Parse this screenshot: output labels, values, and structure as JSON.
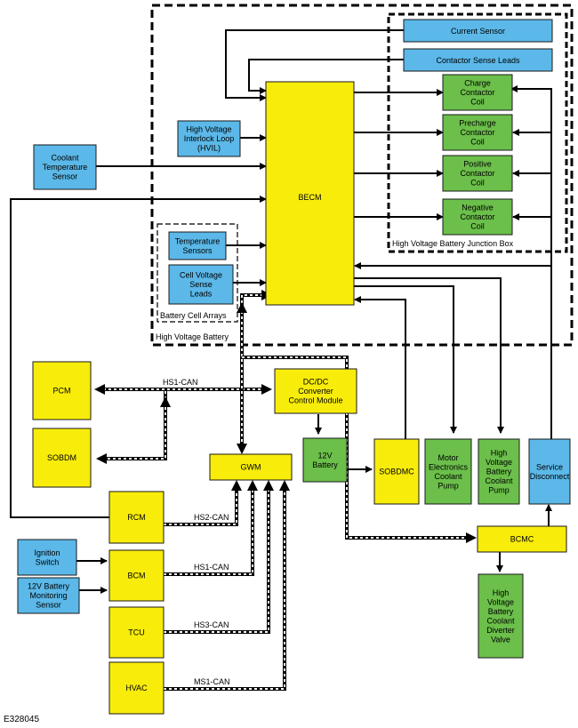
{
  "regions": {
    "battery": "High Voltage Battery",
    "junction_box": "High Voltage Battery Junction Box",
    "cell_arrays": "Battery Cell Arrays"
  },
  "modules": {
    "becm": [
      "BECM"
    ],
    "current_sensor": [
      "Current Sensor"
    ],
    "contactor_sense": [
      "Contactor Sense Leads"
    ],
    "charge_coil": [
      "Charge",
      "Contactor",
      "Coil"
    ],
    "precharge_coil": [
      "Precharge",
      "Contactor",
      "Coil"
    ],
    "positive_coil": [
      "Positive",
      "Contactor",
      "Coil"
    ],
    "negative_coil": [
      "Negative",
      "Contactor",
      "Coil"
    ],
    "hvil": [
      "High Voltage",
      "Interlock Loop",
      "(HVIL)"
    ],
    "coolant_temp": [
      "Coolant",
      "Temperature",
      "Sensor"
    ],
    "temp_sensors": [
      "Temperature",
      "Sensors"
    ],
    "cell_voltage": [
      "Cell Voltage",
      "Sense",
      "Leads"
    ],
    "pcm": [
      "PCM"
    ],
    "sobdm": [
      "SOBDM"
    ],
    "dcdc": [
      "DC/DC",
      "Converter",
      "Control Module"
    ],
    "battery12v": [
      "12V",
      "Battery"
    ],
    "sobdmc": [
      "SOBDMC"
    ],
    "motor_pump": [
      "Motor",
      "Electronics",
      "Coolant",
      "Pump"
    ],
    "hv_pump": [
      "High",
      "Voltage",
      "Battery",
      "Coolant",
      "Pump"
    ],
    "service_disconnect": [
      "Service",
      "Disconnect"
    ],
    "gwm": [
      "GWM"
    ],
    "rcm": [
      "RCM"
    ],
    "bcm": [
      "BCM"
    ],
    "tcu": [
      "TCU"
    ],
    "hvac": [
      "HVAC"
    ],
    "ignition": [
      "Ignition",
      "Switch"
    ],
    "batt_monitor": [
      "12V Battery",
      "Monitoring",
      "Sensor"
    ],
    "bcmc": [
      "BCMC"
    ],
    "diverter": [
      "High",
      "Voltage",
      "Battery",
      "Coolant",
      "Diverter",
      "Valve"
    ]
  },
  "bus_labels": {
    "hs1_top": "HS1-CAN",
    "hs2": "HS2-CAN",
    "hs1_bcm": "HS1-CAN",
    "hs3": "HS3-CAN",
    "ms1": "MS1-CAN"
  },
  "figure_id": "E328045",
  "colors": {
    "module_yellow": "#f8ec0b",
    "sensor_blue": "#5bb8e8",
    "actuator_green": "#6bbf4a"
  }
}
